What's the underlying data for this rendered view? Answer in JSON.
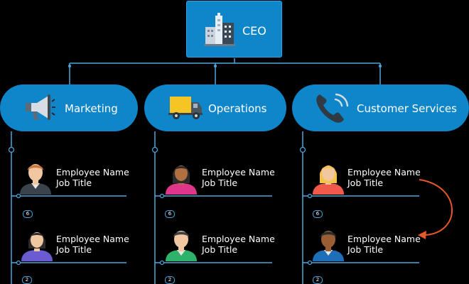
{
  "ceo": {
    "label": "CEO",
    "icon": "building-icon"
  },
  "departments": [
    {
      "label": "Marketing",
      "icon": "megaphone-icon",
      "employees": [
        {
          "name": "Employee Name",
          "title": "Job Title",
          "badge": "6"
        },
        {
          "name": "Employee Name",
          "title": "Job Title",
          "badge": "2"
        }
      ]
    },
    {
      "label": "Operations",
      "icon": "truck-icon",
      "employees": [
        {
          "name": "Employee Name",
          "title": "Job Title",
          "badge": "6"
        },
        {
          "name": "Employee Name",
          "title": "Job Title",
          "badge": "2"
        }
      ]
    },
    {
      "label": "Customer Services",
      "icon": "phone-icon",
      "employees": [
        {
          "name": "Employee Name",
          "title": "Job Title",
          "badge": "6"
        },
        {
          "name": "Employee Name",
          "title": "Job Title",
          "badge": "2"
        }
      ]
    }
  ],
  "colors": {
    "node": "#0f86c9",
    "line": "#4aa8e0",
    "arrow": "#e8572a"
  }
}
